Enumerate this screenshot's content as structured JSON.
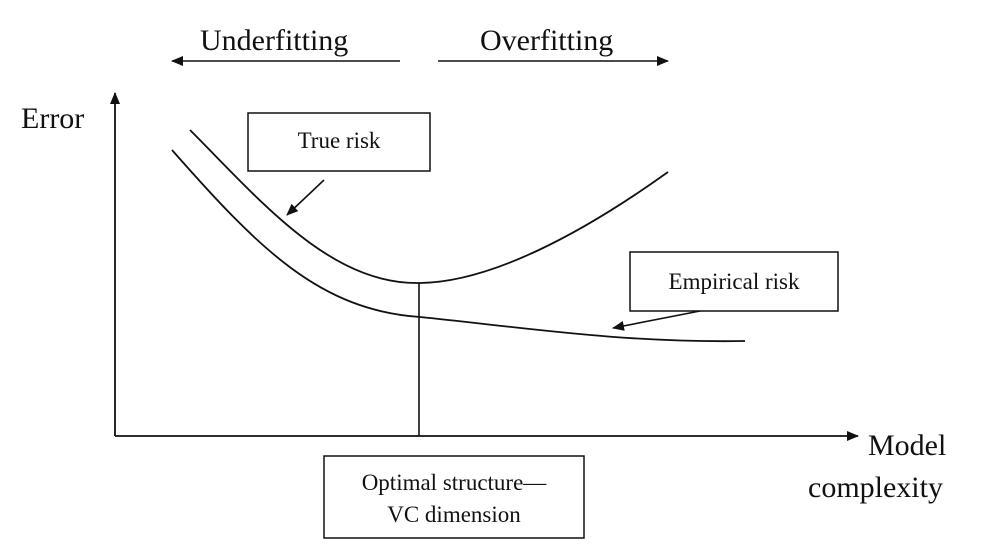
{
  "top_labels": {
    "left": "Underfitting",
    "right": "Overfitting"
  },
  "axes": {
    "y_label": "Error",
    "x_label_line1": "Model",
    "x_label_line2": "complexity"
  },
  "curves": {
    "true_risk": "True risk",
    "empirical_risk": "Empirical risk"
  },
  "optimum": {
    "line1": "Optimal structure—",
    "line2": "VC dimension"
  },
  "colors": {
    "ink": "#111111",
    "background": "#ffffff"
  }
}
